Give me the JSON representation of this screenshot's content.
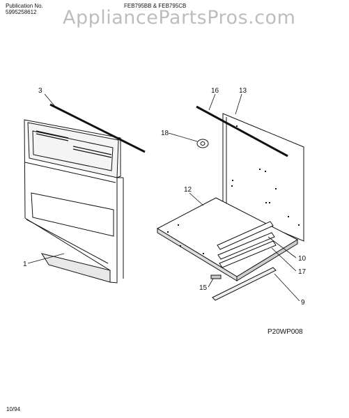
{
  "header": {
    "publication_label": "Publication No.",
    "publication_number": "5995258612",
    "model_title": "FEB795BB & FEB795CB"
  },
  "watermark": "AppliancePartsPros.com",
  "figure_code": "P20WP008",
  "date_code": "10/94",
  "callouts": [
    {
      "id": "c3",
      "label": "3"
    },
    {
      "id": "c16",
      "label": "16"
    },
    {
      "id": "c13",
      "label": "13"
    },
    {
      "id": "c18",
      "label": "18"
    },
    {
      "id": "c12",
      "label": "12"
    },
    {
      "id": "c1",
      "label": "1"
    },
    {
      "id": "c10",
      "label": "10"
    },
    {
      "id": "c17",
      "label": "17"
    },
    {
      "id": "c15",
      "label": "15"
    },
    {
      "id": "c9",
      "label": "9"
    }
  ]
}
